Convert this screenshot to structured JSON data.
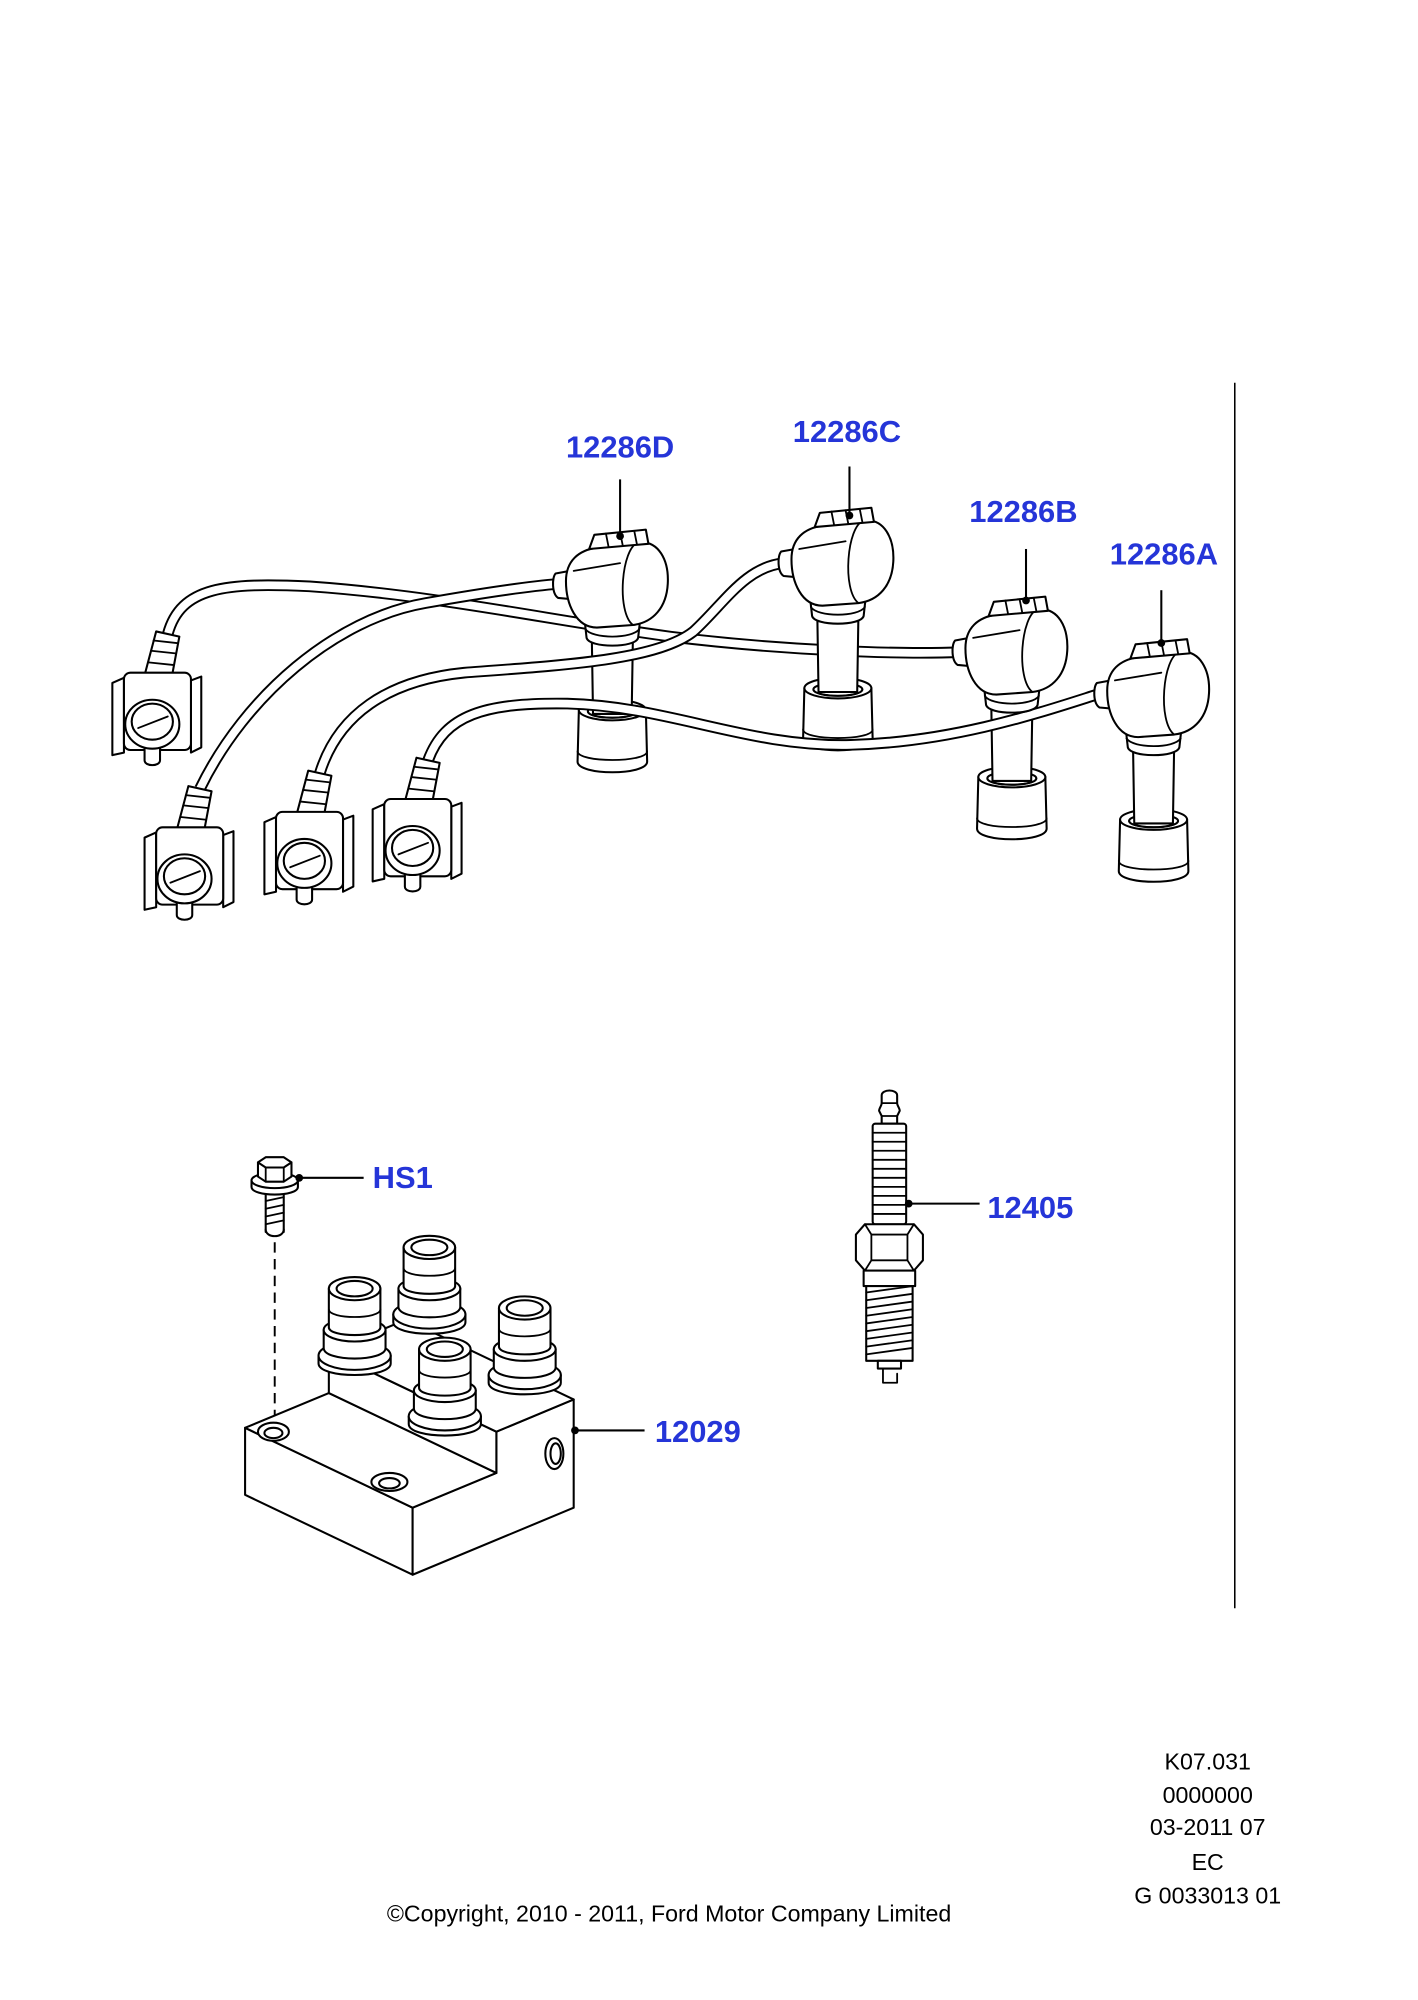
{
  "callouts": {
    "ignition_wire_d": "12286D",
    "ignition_wire_c": "12286C",
    "ignition_wire_b": "12286B",
    "ignition_wire_a": "12286A",
    "bolt": "HS1",
    "spark_plug": "12405",
    "ignition_coil": "12029"
  },
  "reference": {
    "code": "K07.031",
    "number": "0000000",
    "date": "03-2011 07",
    "region": "EC",
    "illustration": "G 0033013 01"
  },
  "copyright": "©Copyright, 2010 - 2011, Ford Motor Company Limited",
  "colors": {
    "callout": "#2535d8",
    "line": "#000000",
    "background": "#ffffff"
  }
}
